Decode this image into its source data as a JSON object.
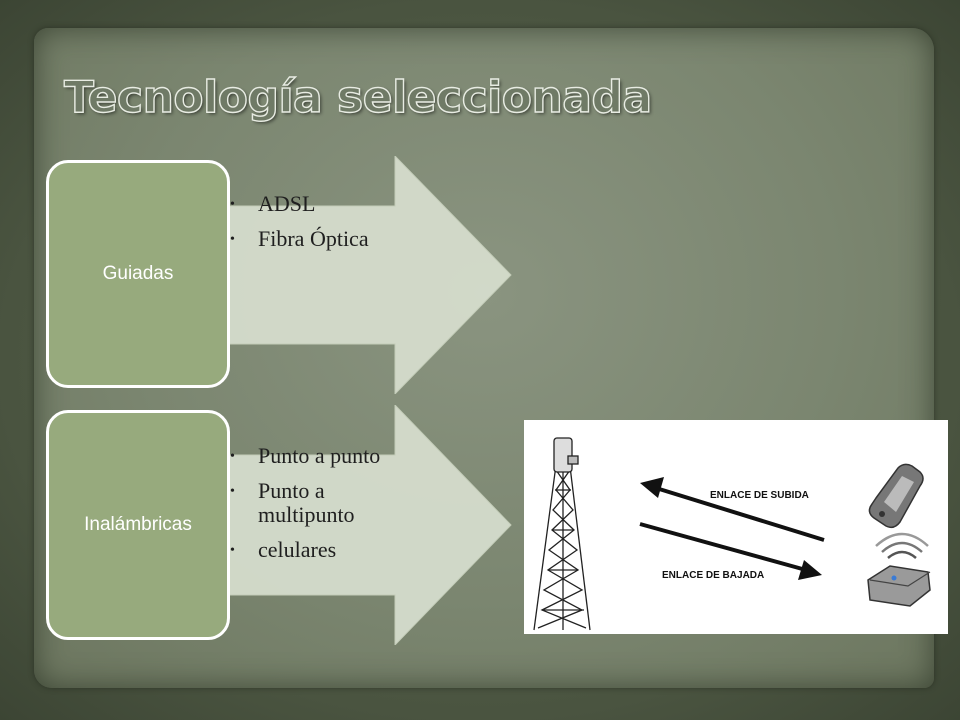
{
  "slide": {
    "title": "Tecnología seleccionada"
  },
  "groups": [
    {
      "label": "Guiadas",
      "items": [
        "ADSL",
        "Fibra Óptica"
      ]
    },
    {
      "label": "Inalámbricas",
      "items": [
        "Punto a punto",
        "Punto a multipunto",
        "celulares"
      ]
    }
  ],
  "diagram": {
    "uplink_label": "ENLACE DE SUBIDA",
    "downlink_label": "ENLACE DE BAJADA",
    "icons": [
      "antenna-tower-icon",
      "mobile-phone-icon",
      "wireless-router-icon"
    ]
  },
  "colors": {
    "box_fill": "#97aa7d",
    "arrow_fill": "#d5dccc",
    "panel": "#7b8670"
  }
}
